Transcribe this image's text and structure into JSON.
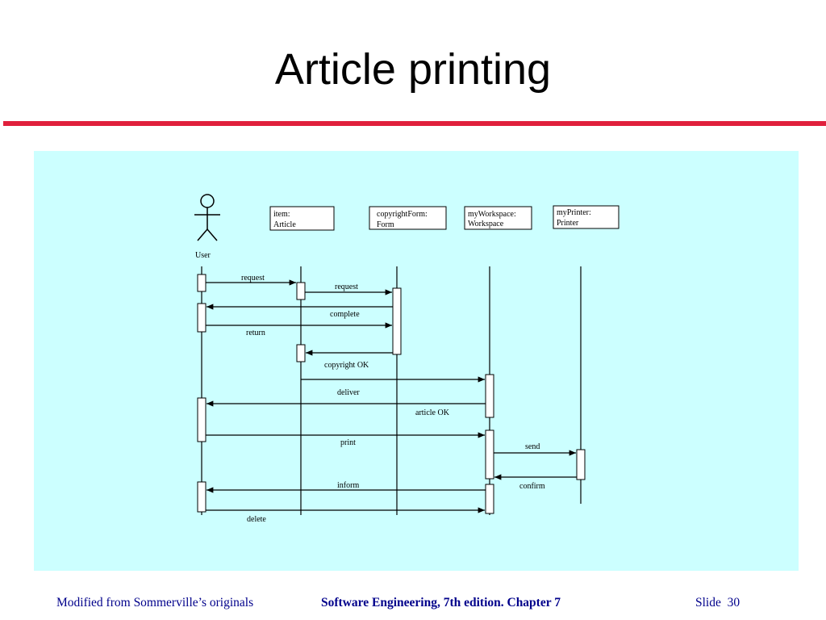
{
  "slide": {
    "title": "Article printing",
    "accent_color": "#e0203c",
    "panel_color": "#ccffff"
  },
  "diagram": {
    "actor": {
      "label": "User"
    },
    "objects": [
      {
        "id": "item",
        "line1": "item:",
        "line2": "Article"
      },
      {
        "id": "form",
        "line1": "copyrightForm:",
        "line2": "Form"
      },
      {
        "id": "workspace",
        "line1": "myWorkspace:",
        "line2": "Workspace"
      },
      {
        "id": "printer",
        "line1": "myPrinter:",
        "line2": "Printer"
      }
    ],
    "messages": [
      {
        "id": "request1",
        "label": "request"
      },
      {
        "id": "request2",
        "label": "request"
      },
      {
        "id": "complete",
        "label": "complete"
      },
      {
        "id": "return",
        "label": "return"
      },
      {
        "id": "copyright_ok",
        "label": "copyright OK"
      },
      {
        "id": "deliver",
        "label": "deliver"
      },
      {
        "id": "article_ok",
        "label": "article OK"
      },
      {
        "id": "print",
        "label": "print"
      },
      {
        "id": "send",
        "label": "send"
      },
      {
        "id": "confirm",
        "label": "confirm"
      },
      {
        "id": "inform",
        "label": "inform"
      },
      {
        "id": "delete",
        "label": "delete"
      }
    ]
  },
  "footer": {
    "left": "Modified from Sommerville’s originals",
    "center": "Software Engineering, 7th edition. Chapter 7",
    "slide_label": "Slide",
    "slide_number": "30"
  }
}
